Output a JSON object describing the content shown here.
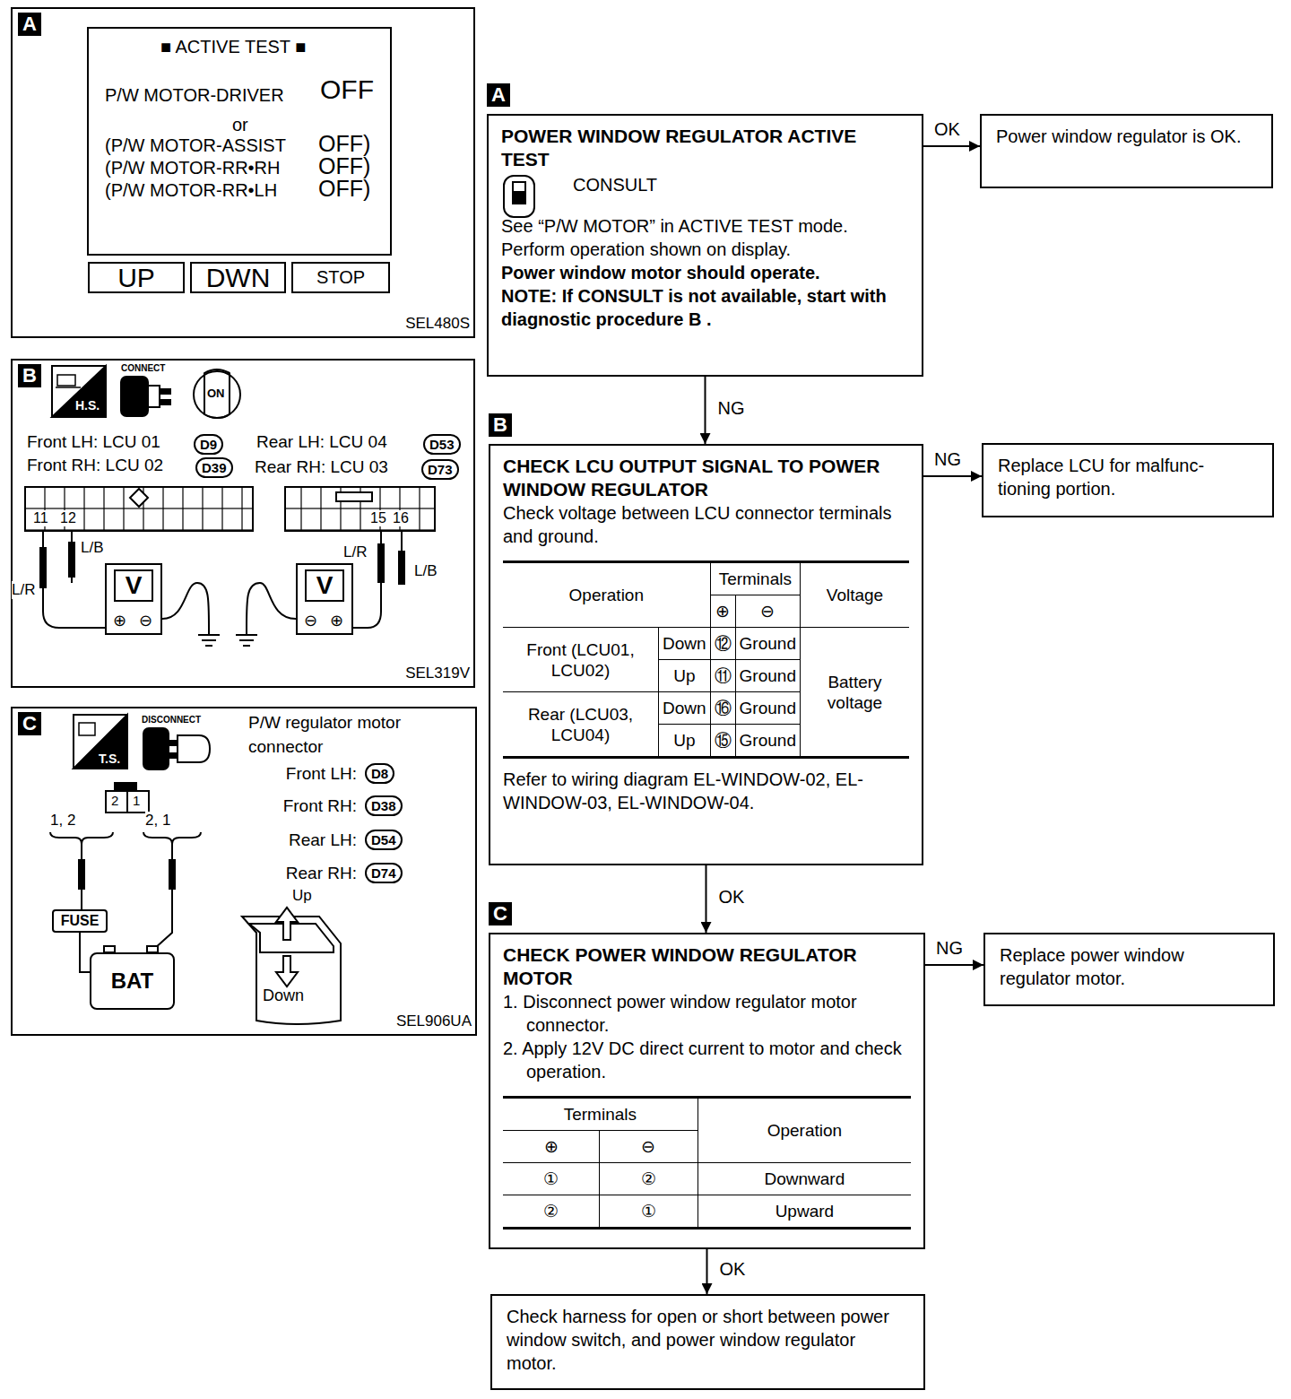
{
  "diagram": {
    "nodes": [
      {
        "text": [
          "A",
          "POWER WINDOW REGULATOR ACTIVE TEST",
          "CONSULT",
          "See “P/W MOTOR” in ACTIVE TEST mode.",
          "Perform operation shown on display.",
          "Power window motor should operate.",
          "NOTE: If CONSULT is not available, start with diagnostic procedure B ."
        ]
      },
      {
        "text": [
          "Power window regulator is OK."
        ]
      },
      {
        "text": [
          "B",
          "CHECK LCU OUTPUT SIGNAL TO POWER WINDOW REGULATOR",
          "Check voltage between LCU connector terminals and ground.",
          "Refer to wiring diagram EL-WINDOW-02, EL-WINDOW-03, EL-WINDOW-04."
        ]
      },
      {
        "text": [
          "Replace LCU for malfunc- tioning portion."
        ]
      },
      {
        "text": [
          "C",
          "CHECK POWER WINDOW REGULATOR MOTOR",
          "1. Disconnect power window regulator motor connector.",
          "2. Apply 12V DC direct current to motor and check operation."
        ]
      },
      {
        "text": [
          "Replace power window regulator motor."
        ]
      },
      {
        "text": [
          "Check harness for open or short between power window switch, and power window regulator motor."
        ]
      },
      {
        "text": [
          "A",
          "SEL480S"
        ]
      },
      {
        "text": [
          "■ ACTIVE TEST ■",
          "P/W MOTOR-DRIVER",
          "OFF",
          "or",
          "(P/W MOTOR-ASSIST",
          "OFF)",
          "(P/W MOTOR-RR•RH",
          "OFF)",
          "(P/W MOTOR-RR•LH",
          "OFF)"
        ],
        "in": 7
      },
      {
        "text": [
          "UP"
        ],
        "in": 7
      },
      {
        "text": [
          "DWN"
        ],
        "in": 7
      },
      {
        "text": [
          "STOP"
        ],
        "in": 7
      },
      {
        "text": [
          "B",
          "SEL319V"
        ]
      },
      {
        "text": [
          "D9"
        ],
        "in": 12
      },
      {
        "text": [
          "D53"
        ],
        "in": 12
      },
      {
        "text": [
          "D39"
        ],
        "in": 12
      },
      {
        "text": [
          "D73"
        ],
        "in": 12
      },
      {
        "text": [
          "V",
          "⊕",
          "⊖"
        ],
        "in": 12
      },
      {
        "text": [
          "V",
          "⊖",
          "⊕"
        ],
        "in": 12
      },
      {
        "text": [
          "C",
          "SEL906UA"
        ]
      },
      {
        "text": [
          "D8"
        ],
        "in": 19
      },
      {
        "text": [
          "D38"
        ],
        "in": 19
      },
      {
        "text": [
          "D54"
        ],
        "in": 19
      },
      {
        "text": [
          "D74"
        ],
        "in": 19
      },
      {
        "text": [
          "FUSE"
        ],
        "in": 19
      },
      {
        "text": [
          "BAT"
        ],
        "in": 19
      }
    ],
    "edges": [
      {
        "from": 0,
        "to": 1,
        "label": "OK",
        "arrow": "to"
      },
      {
        "from": 0,
        "to": 2,
        "label": "NG",
        "arrow": "to"
      },
      {
        "from": 2,
        "to": 3,
        "label": "NG",
        "arrow": "to"
      },
      {
        "from": 2,
        "to": 4,
        "label": "OK",
        "arrow": "to"
      },
      {
        "from": 4,
        "to": 5,
        "label": "NG",
        "arrow": "to"
      },
      {
        "from": 4,
        "to": 6,
        "label": "OK",
        "arrow": "to"
      },
      {
        "from": 24,
        "to": 25,
        "arrow": "none"
      }
    ],
    "labels": [
      "CONNECT",
      "H.S.",
      "ON",
      "Front LH: LCU 01",
      "Rear LH: LCU 04",
      "Front RH: LCU 02",
      "Rear RH: LCU 03",
      "11",
      "12",
      "15",
      "16",
      "L/B",
      "L/R",
      "L/R",
      "L/B",
      "DISCONNECT",
      "T.S.",
      "P/W regulator motor connector",
      "Front LH:",
      "Front RH:",
      "Rear LH:",
      "Rear RH:",
      "2",
      "1",
      "1, 2",
      "2, 1",
      "Up",
      "Down",
      "Operation",
      "Terminals",
      "Voltage",
      "⊕",
      "⊖",
      "Front (LCU01, LCU02)",
      "Down",
      "⑫",
      "Ground",
      "Battery voltage",
      "Up",
      "⑪",
      "Ground",
      "Rear (LCU03, LCU04)",
      "Down",
      "⑯",
      "Ground",
      "Up",
      "⑮",
      "Ground",
      "Terminals",
      "Operation",
      "⊕",
      "⊖",
      "①",
      "②",
      "Downward",
      "②",
      "①",
      "Upward"
    ]
  }
}
